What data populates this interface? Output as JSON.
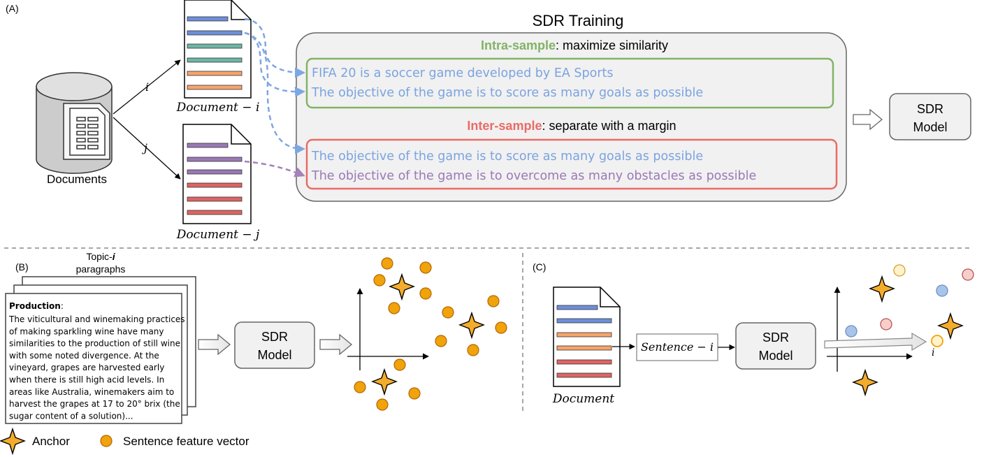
{
  "panels": {
    "a": "(A)",
    "b": "(B)",
    "c": "(C)"
  },
  "colors": {
    "blue": "#6d8fdb",
    "blue_text": "#7ba3e0",
    "teal": "#6fb5a5",
    "orange": "#f6a46c",
    "purple": "#9a78b6",
    "red": "#e06464",
    "green": "#82b366",
    "inter_red": "#ea6b66",
    "anchor": "#f4ac2c",
    "dot_orange": "#f0a30a",
    "box_gray": "#f1f1f1"
  },
  "panel_a": {
    "database_label": "Documents",
    "edge_i": "i",
    "edge_j": "j",
    "doc_i_label": "Document − i",
    "doc_j_label": "Document − j",
    "training_title": "SDR Training",
    "intra_heading": {
      "bold": "Intra-sample",
      "rest": ": maximize similarity"
    },
    "intra_sentences": [
      "FIFA 20 is a soccer game developed by EA Sports",
      "The objective of the game is to score as many goals as possible"
    ],
    "inter_heading": {
      "bold": "Inter-sample",
      "rest": ": separate with a margin"
    },
    "inter_sentences": [
      "The objective of the game is to score as many goals as possible",
      "The objective of the game is to overcome as many obstacles as possible"
    ],
    "model_label": [
      "SDR",
      "Model"
    ]
  },
  "panel_b": {
    "stack_title": [
      "Topic-i",
      "paragraphs"
    ],
    "paragraph_title": "Production",
    "paragraph_lines": [
      "The viticultural and winemaking practices",
      "of making sparkling wine have many",
      "similarities to the production of still wine",
      "with some noted divergence. At the",
      "vineyard, grapes are harvested early",
      "when there is still high acid levels. In",
      "areas like Australia, winemakers aim to",
      "harvest the grapes at 17 to 20° brix (the",
      "sugar content of a solution)..."
    ],
    "model_label": [
      "SDR",
      "Model"
    ]
  },
  "panel_c": {
    "doc_label": "Document",
    "sentence_label": "Sentence − i",
    "model_label": [
      "SDR",
      "Model"
    ],
    "point_label": "i"
  },
  "legend": {
    "anchor": "Anchor",
    "vector": "Sentence feature vector"
  }
}
